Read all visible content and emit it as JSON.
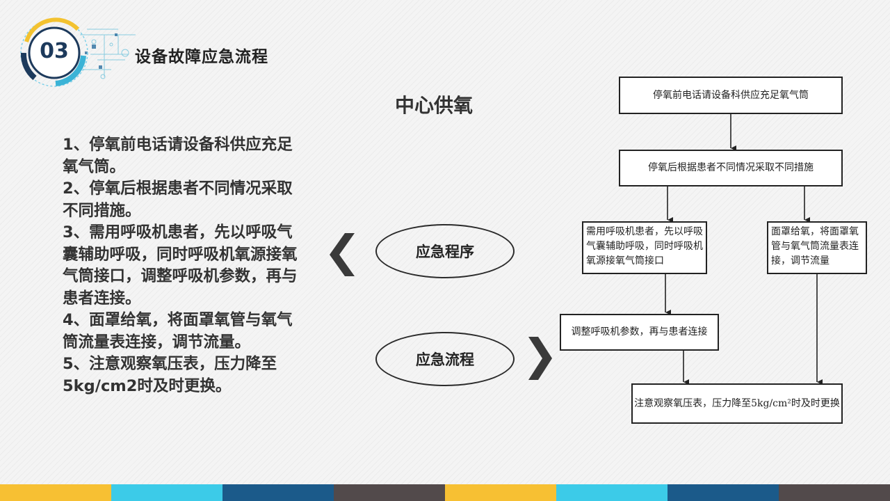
{
  "section": {
    "number": "03",
    "title": "设备故障应急流程"
  },
  "center_title": "中心供氧",
  "steps": [
    "1、停氧前电话请设备科供应充足氧气筒。",
    "2、停氧后根据患者不同情况采取不同措施。",
    "3、需用呼吸机患者，先以呼吸气囊辅助呼吸，同时呼吸机氧源接氧气筒接口，调整呼吸机参数，再与患者连接。",
    "4、面罩给氧，将面罩氧管与氧气筒流量表连接，调节流量。",
    "5、注意观察氧压表，压力降至5kg/cm2时及时更换。"
  ],
  "labels": {
    "procedure": "应急程序",
    "flow": "应急流程"
  },
  "flow": {
    "box1": "停氧前电话请设备科供应充足氧气筒",
    "box2": "停氧后根据患者不同情况采取不同措施",
    "box3": "需用呼吸机患者，先以呼吸气囊辅助呼吸，同时呼吸机氧源接氧气筒接口",
    "box4": "面罩给氧，将面罩氧管与氧气筒流量表连接，调节流量",
    "box5": "调整呼吸机参数，再与患者连接",
    "box6": "注意观察氧压表，压力降至5kg/cm²时及时更换"
  },
  "colors": {
    "badge_dark": "#1d3a5c",
    "badge_accent": "#3bb3d6",
    "bar": [
      "#f7c033",
      "#3ccbe8",
      "#1b5a8a",
      "#524a4b",
      "#f7c033",
      "#3ccbe8",
      "#1b5a8a",
      "#524a4b"
    ]
  }
}
